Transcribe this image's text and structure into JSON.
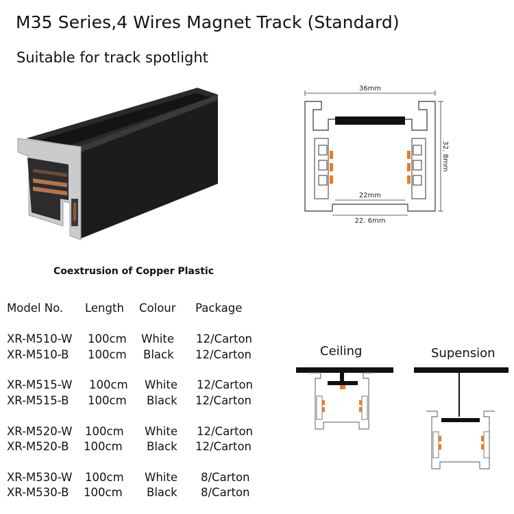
{
  "title": "M35 Series,4 Wires Magnet Track (Standard)",
  "subtitle": "Suitable for track spotlight",
  "caption": "Coextrusion of Copper Plastic",
  "dimensions": {
    "width_top": "36mm",
    "height": "32. 8mm",
    "inner_width": "22mm",
    "bottom_width": "22. 6mm"
  },
  "mounting": {
    "ceiling_label": "Ceiling",
    "suspension_label": "Supension"
  },
  "table": {
    "headers": [
      "Model No.",
      "Length",
      "Colour",
      "Package"
    ],
    "rows": [
      [
        "XR-M510-W",
        "100cm",
        "White",
        "12/Carton"
      ],
      [
        "XR-M510-B",
        "100cm",
        "Black",
        "12/Carton"
      ],
      [
        "XR-M515-W",
        "100cm",
        "White",
        "12/Carton"
      ],
      [
        "XR-M515-B",
        "100cm",
        "Black",
        "12/Carton"
      ],
      [
        "XR-M520-W",
        "100cm",
        "White",
        "12/Carton"
      ],
      [
        "XR-M520-B",
        "100cm",
        "Black",
        "12/Carton"
      ],
      [
        "XR-M530-W",
        "100cm",
        "White",
        "8/Carton"
      ],
      [
        "XR-M530-B",
        "100cm",
        "Black",
        "8/Carton"
      ]
    ]
  },
  "colors": {
    "track_black": "#1c1c1e",
    "copper": "#b8734c",
    "orange_contact": "#f07a1e",
    "aluminium": "#c9cbcd"
  }
}
